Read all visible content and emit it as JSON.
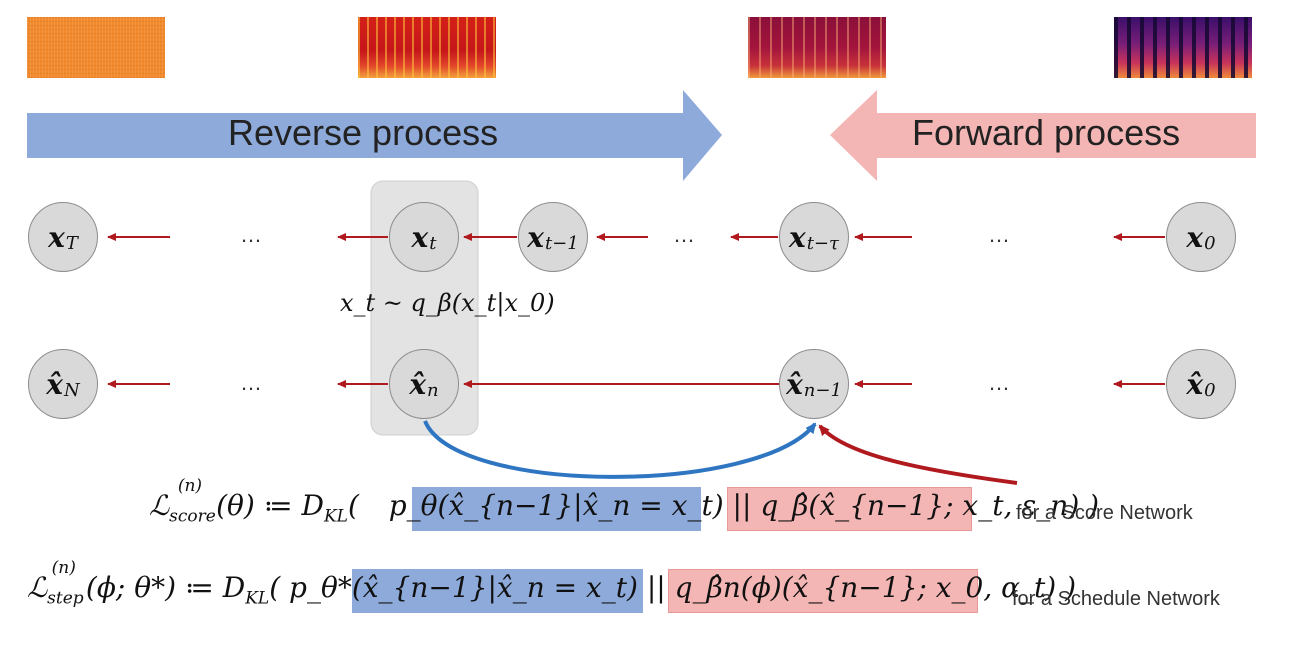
{
  "banners": {
    "reverse": "Reverse process",
    "forward": "Forward process",
    "reverse_color": "#8eaadb",
    "forward_color": "#f4b6b4"
  },
  "spectrograms": [
    "noise-orange",
    "spectrogram-red",
    "spectrogram-magenta",
    "spectrogram-purple"
  ],
  "nodes": {
    "xT": {
      "base": "x",
      "sub": "T"
    },
    "xt": {
      "base": "x",
      "sub": "t"
    },
    "xt1": {
      "base": "x",
      "sub": "t−1"
    },
    "xtt": {
      "base": "x",
      "sub": "t−τ"
    },
    "x0": {
      "base": "x",
      "sub": "0"
    },
    "hxN": {
      "base": "x̂",
      "sub": "N"
    },
    "hxn": {
      "base": "x̂",
      "sub": "n"
    },
    "hxn1": {
      "base": "x̂",
      "sub": "n−1"
    },
    "hx0": {
      "base": "x̂",
      "sub": "0"
    }
  },
  "ellipsis": "…",
  "sampling_equation": "x_t ~ q_β(x_t|x_0)",
  "losses": {
    "score": {
      "lhs": "ℒ",
      "lhs_sub": "score",
      "lhs_sup": "(n)",
      "lhs_args": "(θ) ≔ D",
      "dkl_sub": "KL",
      "p_term": "p_θ(x̂_{n−1}|x̂_n = x_t)",
      "separator": "||",
      "q_term": "q_β̂(x̂_{n−1}; x_t, ε_n)",
      "closing": ")",
      "caption": "for a Score Network"
    },
    "step": {
      "lhs": "ℒ",
      "lhs_sub": "step",
      "lhs_sup": "(n)",
      "lhs_args": "(ϕ; θ*) ≔ D",
      "dkl_sub": "KL",
      "p_term": "p_θ*(x̂_{n−1}|x̂_n = x_t)",
      "separator": "||",
      "q_term": "q_β̂n(ϕ)(x̂_{n−1}; x_0, α_t)",
      "closing": ")",
      "caption": "for a Schedule Network"
    }
  },
  "colors": {
    "arrow_red": "#b0191e",
    "curve_blue": "#2e75c2",
    "node_fill": "#d9d9d9",
    "highlight_fill": "#e3e3e3"
  }
}
